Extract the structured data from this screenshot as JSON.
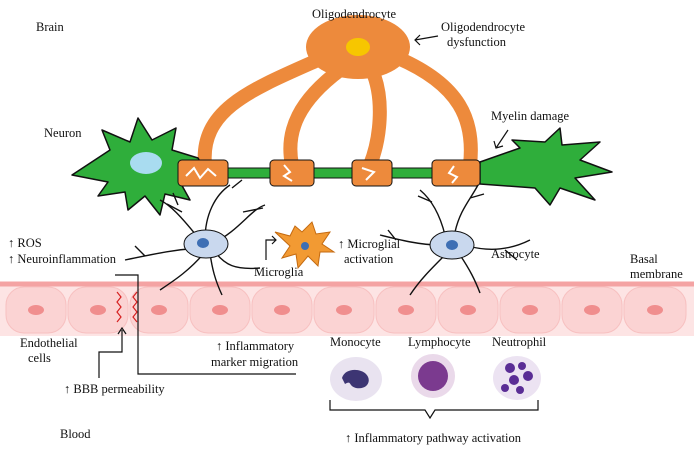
{
  "regions": {
    "brain": "Brain",
    "blood": "Blood"
  },
  "labels": {
    "oligodendrocyte": "Oligodendrocyte",
    "oligo_dysfunction_1": "Oligodendrocyte",
    "oligo_dysfunction_2": "dysfunction",
    "neuron": "Neuron",
    "myelin_damage": "Myelin damage",
    "ros": "↑ ROS",
    "neuroinflammation": "↑ Neuroinflammation",
    "microglia": "Microglia",
    "microglial_activation_1": "↑ Microglial",
    "microglial_activation_2": "activation",
    "astrocyte": "Astrocyte",
    "basal_1": "Basal",
    "basal_2": "membrane",
    "endothelial_1": "Endothelial",
    "endothelial_2": "cells",
    "bbb_permeability": "↑ BBB permeability",
    "inflam_marker_1": "↑ Inflammatory",
    "inflam_marker_2": "marker migration",
    "monocyte": "Monocyte",
    "lymphocyte": "Lymphocyte",
    "neutrophil": "Neutrophil",
    "inflam_pathway": "↑ Inflammatory pathway activation"
  },
  "colors": {
    "neuron": "#2fae3b",
    "neuron_nucleus": "#a9dcf0",
    "oligodendrocyte": "#ed8a3c",
    "oligo_nucleus": "#f7c600",
    "astrocyte": "#c9d8ee",
    "astro_nucleus": "#3e6fb4",
    "microglia": "#f29a33",
    "endothelial": "#fbd3d3",
    "endothelial_nucleus": "#f08e8e",
    "basal_membrane": "#f4a3a3",
    "damage": "#d62020"
  }
}
